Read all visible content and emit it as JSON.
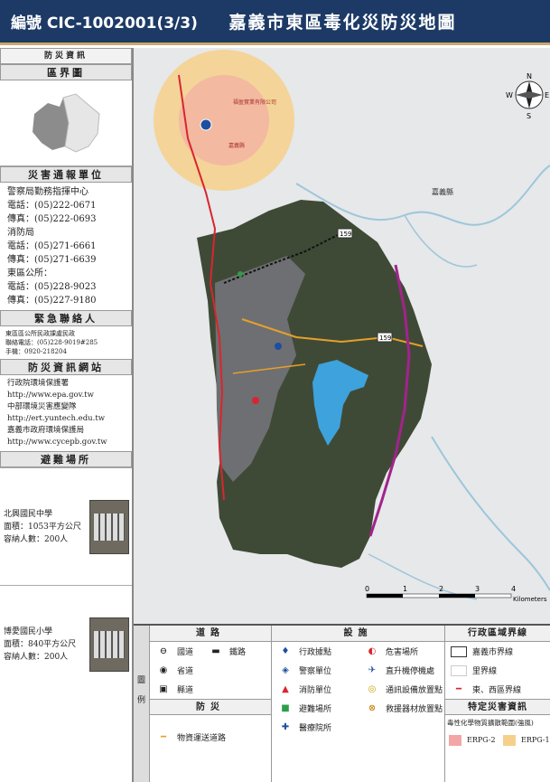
{
  "title": {
    "code": "編號 CIC-1002001(3/3)",
    "main": "嘉義市東區毒化災防災地圖"
  },
  "left_panel": {
    "header_info": "防災資訊",
    "header_district": "區界圖",
    "header_units": "災害通報單位",
    "units": [
      "警察局勤務指揮中心",
      "電話：(05)222-0671",
      "傳真：(05)222-0693",
      "消防局",
      "電話：(05)271-6661",
      "傳真：(05)271-6639",
      "東區公所：",
      "電話：(05)228-9023",
      "傳真：(05)227-9180"
    ],
    "header_contact": "緊急聯絡人",
    "contact": [
      "東區區公所民政課盧民政",
      "聯絡電話：(05)228-9019#285",
      "手機：0920-218204"
    ],
    "header_web": "防災資訊網站",
    "web": [
      "行政院環境保護署",
      "http://www.epa.gov.tw",
      "中部環境災害應變隊",
      "http://ert.yuntech.edu.tw",
      "嘉義市政府環境保護局",
      "http://www.cycepb.gov.tw"
    ],
    "header_shelter": "避難場所",
    "shelters": [
      {
        "name": "北興國民中學",
        "area": "面積：1053平方公尺",
        "capacity": "容納人數：200人"
      },
      {
        "name": "博愛國民小學",
        "area": "面積：840平方公尺",
        "capacity": "容納人數：200人"
      }
    ]
  },
  "map": {
    "labels": {
      "river": "嘉義縣",
      "road1": "159",
      "road2": "159",
      "poi1": "福盈實業有限公司",
      "poi2": "嘉義縣"
    },
    "compass": {
      "n": "N",
      "s": "S",
      "e": "E",
      "w": "W"
    },
    "scale": {
      "ticks": [
        "0",
        "1",
        "2",
        "3",
        "4"
      ],
      "unit": "Kilometers"
    }
  },
  "legend": {
    "side_label": "圖例",
    "road": {
      "header": "道路",
      "items": [
        "國道",
        "鐵路",
        "省道",
        "縣道"
      ]
    },
    "prevention": {
      "header": "防災",
      "item": "物資運送道路"
    },
    "facility": {
      "header": "設施",
      "items": [
        "行政據點",
        "危害場所",
        "警察單位",
        "直升機停機處",
        "消防單位",
        "通訊設備放置點",
        "避難場所",
        "救援器材放置點",
        "醫療院所"
      ]
    },
    "boundary": {
      "header": "行政區域界線",
      "items": [
        "嘉義市界線",
        "里界線",
        "東、西區界線"
      ]
    },
    "special": {
      "header": "特定災害資訊",
      "sub": "毒性化學物質擴散範圍(強風)",
      "items": [
        "ERPG-2",
        "ERPG-1"
      ]
    }
  },
  "colors": {
    "title_bg": "#1d3a66",
    "erpg2": "#f2a6a6",
    "erpg1": "#f6d08a",
    "boundary_red": "#d8262e",
    "boundary_purple": "#a3238c"
  }
}
